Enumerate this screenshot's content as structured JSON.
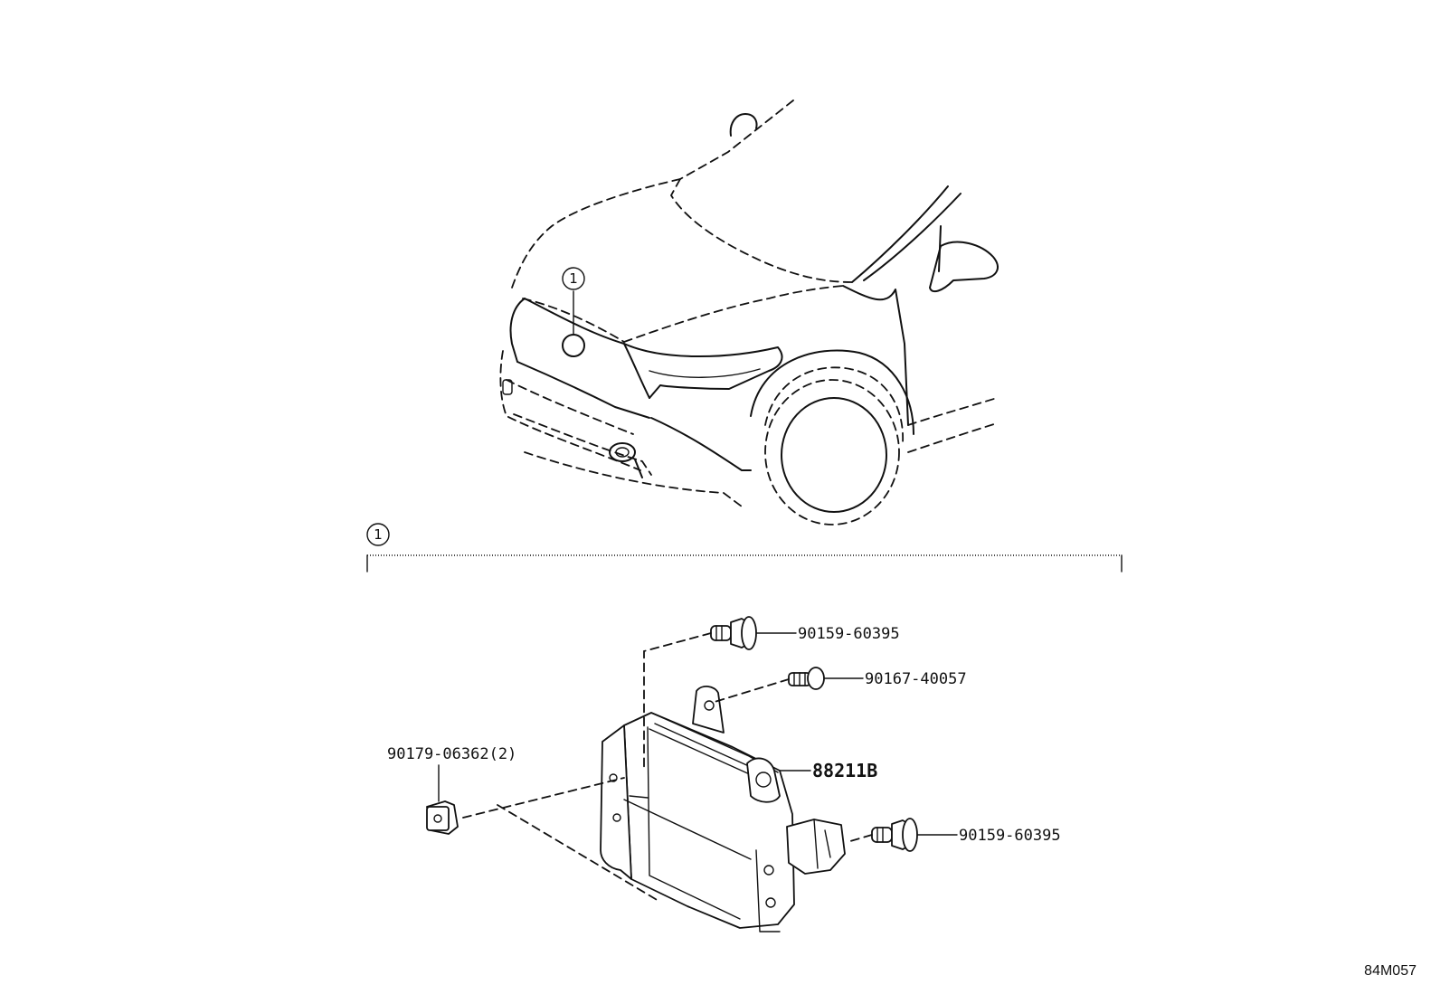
{
  "callouts": {
    "vehicle_marker": "1",
    "assembly_bracket": "1"
  },
  "parts": {
    "bolt_top": "90159-60395",
    "screw": "90167-40057",
    "sensor": "88211B",
    "nut": "90179-06362(2)",
    "bolt_bottom": "90159-60395"
  },
  "illustration_code": "84M057"
}
